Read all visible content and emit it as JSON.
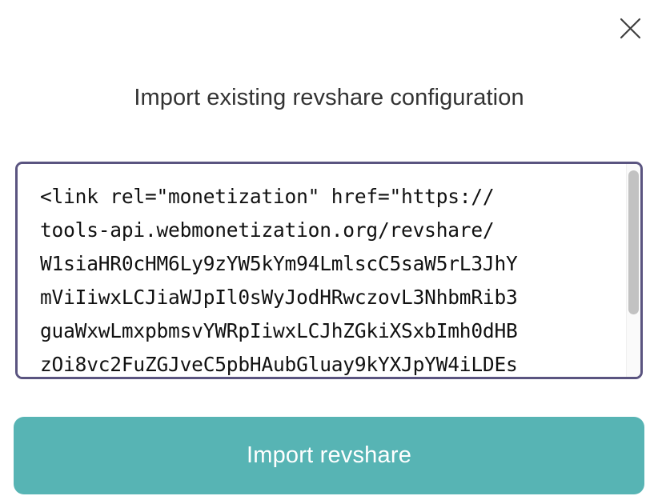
{
  "dialog": {
    "title": "Import existing revshare configuration"
  },
  "close": {
    "icon": "close-icon",
    "label": "Close"
  },
  "textarea": {
    "icon": "code-textarea",
    "placeholder": "",
    "value_lines": [
      "<link rel=\"monetization\" href=\"https://",
      "tools-api.webmonetization.org/revshare/",
      "W1siaHR0cHM6Ly9zYW5kYm94LmlscC5saW5rL3JhY",
      "mViIiwxLCJiaWJpIl0sWyJodHRwczovL3NhbmRib3",
      "guaWxwLmxpbmsvYWRpIiwxLCJhZGkiXSxbImh0dHB",
      "zOi8vc2FuZGJveC5pbHAubGluay9kYXJpYW4iLDEs"
    ],
    "value": "<link rel=\"monetization\" href=\"https://tools-api.webmonetization.org/revshare/W1siaHR0cHM6Ly9zYW5kYm94LmlscC5saW5rL3JhY mViIiwxLCJiaWJpIl0sWyJodHRwczovL3NhbmRib3guaWxwLmxpbmsvYWRpIiwxLCJhZGkiXSxbImh0dHBzOi8vc2FuZGJveC5pbHAubGluay9kYXJpYW4iLDEs"
  },
  "scrollbar": {
    "thumb_position": "top"
  },
  "actions": {
    "import_label": "Import revshare"
  },
  "colors": {
    "accent_teal": "#57b4b4",
    "border_purple": "#5a5480",
    "title_text": "#333333",
    "code_text": "#111111",
    "scroll_thumb": "#c2c2c2"
  }
}
